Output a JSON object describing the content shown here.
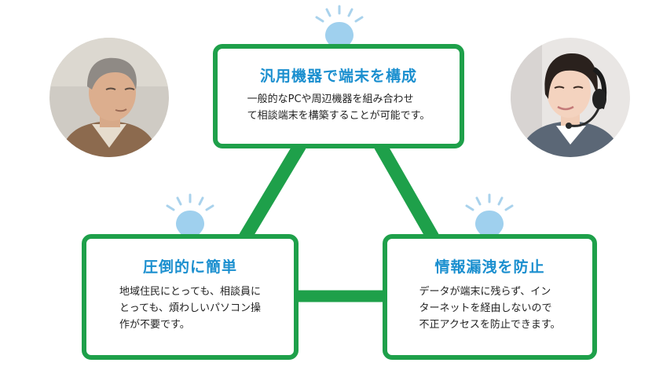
{
  "colors": {
    "border_green": "#1ea04a",
    "title_blue": "#1b8fcf",
    "bulb_blue": "#9fd0ee",
    "ray_blue": "#a9d2ec",
    "text": "#222222"
  },
  "cards": {
    "top": {
      "title": "汎用機器で端末を構成",
      "body_lines": [
        "一般的なPCや周辺機器を組み合わせ",
        "て相談端末を構築することが可能です。"
      ]
    },
    "left": {
      "title": "圧倒的に簡単",
      "body_lines": [
        "地域住民にとっても、相談員に",
        "とっても、煩わしいパソコン操",
        "作が不要です。"
      ]
    },
    "right": {
      "title": "情報漏洩を防止",
      "body_lines": [
        "データが端末に残らず、イン",
        "ターネットを経由しないので",
        "不正アクセスを防止できます。"
      ]
    }
  },
  "icons": {
    "bulb": "lightbulb-icon",
    "man": "middle-aged-man-photo",
    "woman": "headset-operator-woman-photo"
  }
}
